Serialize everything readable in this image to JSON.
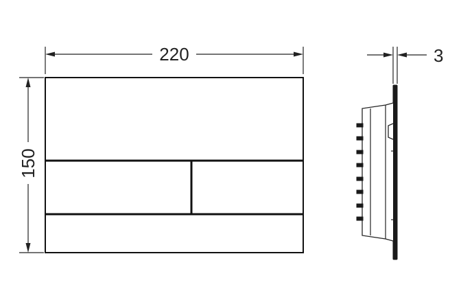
{
  "drawing": {
    "front_view": {
      "width_dimension": "220",
      "height_dimension": "150"
    },
    "side_view": {
      "thickness_dimension": "3"
    },
    "colors": {
      "line": "#111111",
      "background": "#ffffff"
    }
  }
}
